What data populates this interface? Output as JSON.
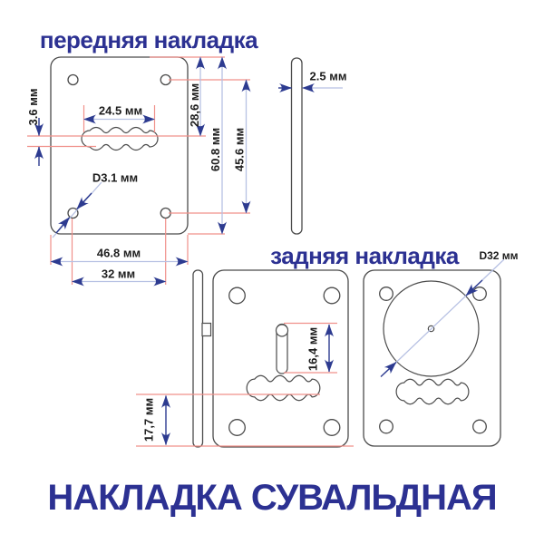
{
  "titles": {
    "front_plate": "передняя накладка",
    "back_plate": "задняя накладка",
    "main": "НАКЛАДКА СУВАЛЬДНАЯ"
  },
  "dims": {
    "slot_offset": "3.6 мм",
    "slot_width": "24.5 мм",
    "top_to_slot": "28,6 мм",
    "plate_height": "60.8 мм",
    "hole_span_v": "45.6 мм",
    "hole_d": "D3.1 мм",
    "plate_width": "46.8 мм",
    "hole_span_h": "32 мм",
    "thickness": "2.5 мм",
    "back_slot_len": "16,4 мм",
    "back_slot_to_bottom": "17,7 мм",
    "back_circle_d": "D32 мм"
  },
  "colors": {
    "title_navy": "#2c3192",
    "arrow_navy": "#2d3b90",
    "dimension_shaft": "#b7c1e3",
    "extension_red": "#f0908a",
    "outline_gray": "#4b4b4b",
    "label_black": "#1d1d1d",
    "background": "#ffffff"
  }
}
